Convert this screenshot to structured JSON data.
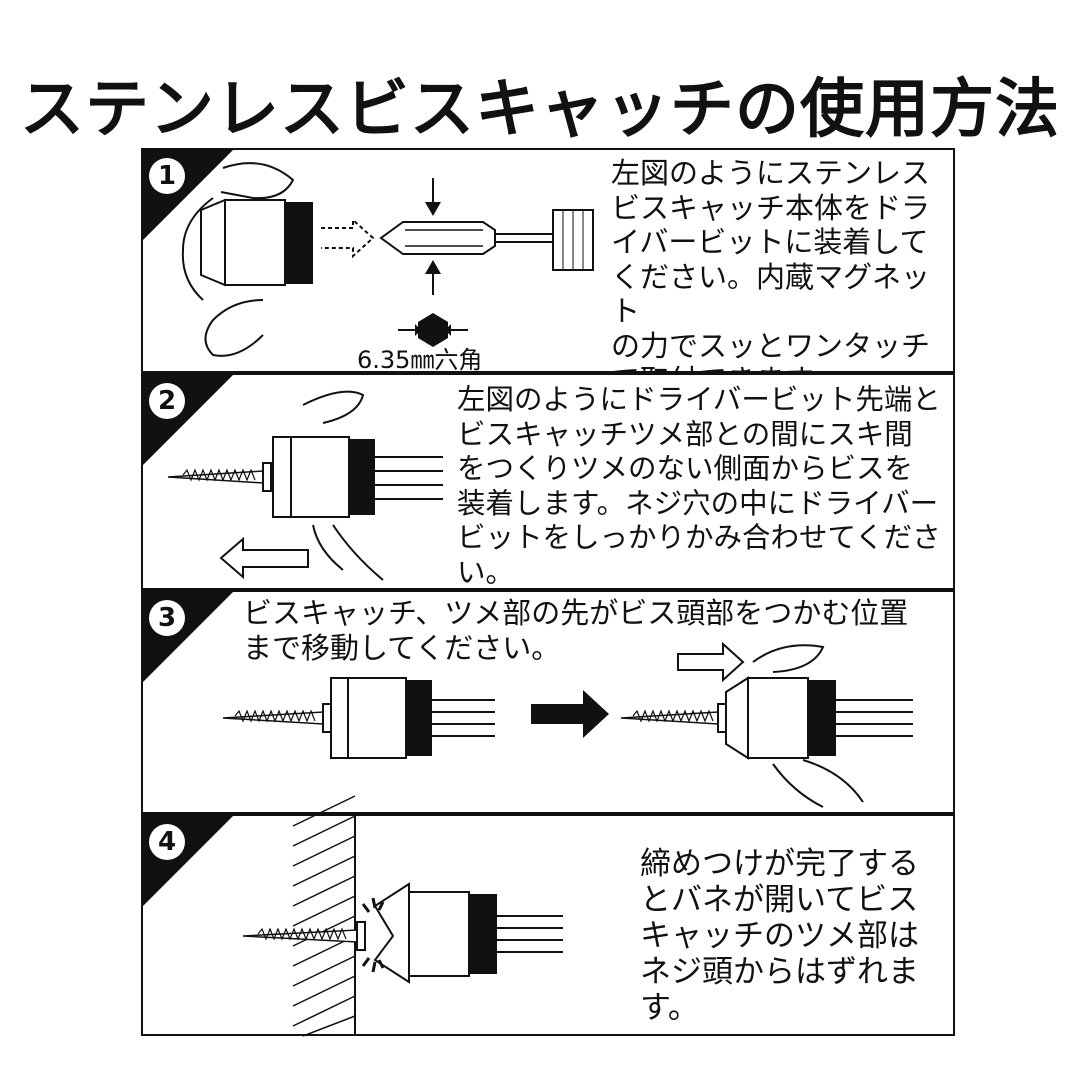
{
  "title": "ステンレスビスキャッチの使用方法",
  "steps": [
    {
      "number": "1",
      "text": "左図のようにステンレス\nビスキャッチ本体をドラ\nイバービットに装着して\nください。内蔵マグネット\nの力でスッとワンタッチ\nで取付できます。",
      "hex_label": "6.35㎜六角"
    },
    {
      "number": "2",
      "text": "左図のようにドライバービット先端と\nビスキャッチツメ部との間にスキ間\nをつくりツメのない側面からビスを\n装着します。ネジ穴の中にドライバー\nビットをしっかりかみ合わせてください。"
    },
    {
      "number": "3",
      "text": "ビスキャッチ、ツメ部の先がビス頭部をつかむ位置\nまで移動してください。"
    },
    {
      "number": "4",
      "text": "締めつけが完了する\nとバネが開いてビス\nキャッチのツメ部は\nネジ頭からはずれます。"
    }
  ]
}
